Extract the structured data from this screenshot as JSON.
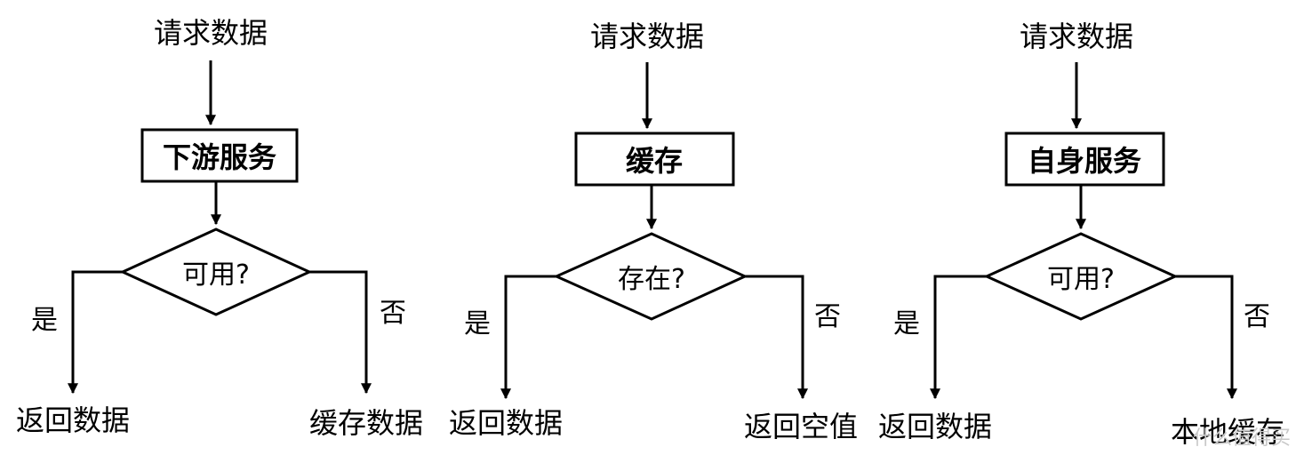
{
  "flows": [
    {
      "start": "请求数据",
      "process": "下游服务",
      "decision": "可用?",
      "yes_label": "是",
      "no_label": "否",
      "yes_result": "返回数据",
      "no_result": "缓存数据"
    },
    {
      "start": "请求数据",
      "process": "缓存",
      "decision": "存在?",
      "yes_label": "是",
      "no_label": "否",
      "yes_result": "返回数据",
      "no_result": "返回空值"
    },
    {
      "start": "请求数据",
      "process": "自身服务",
      "decision": "可用?",
      "yes_label": "是",
      "no_label": "否",
      "yes_result": "返回数据",
      "no_result": "本地缓存"
    }
  ],
  "watermark": "什么值得买"
}
